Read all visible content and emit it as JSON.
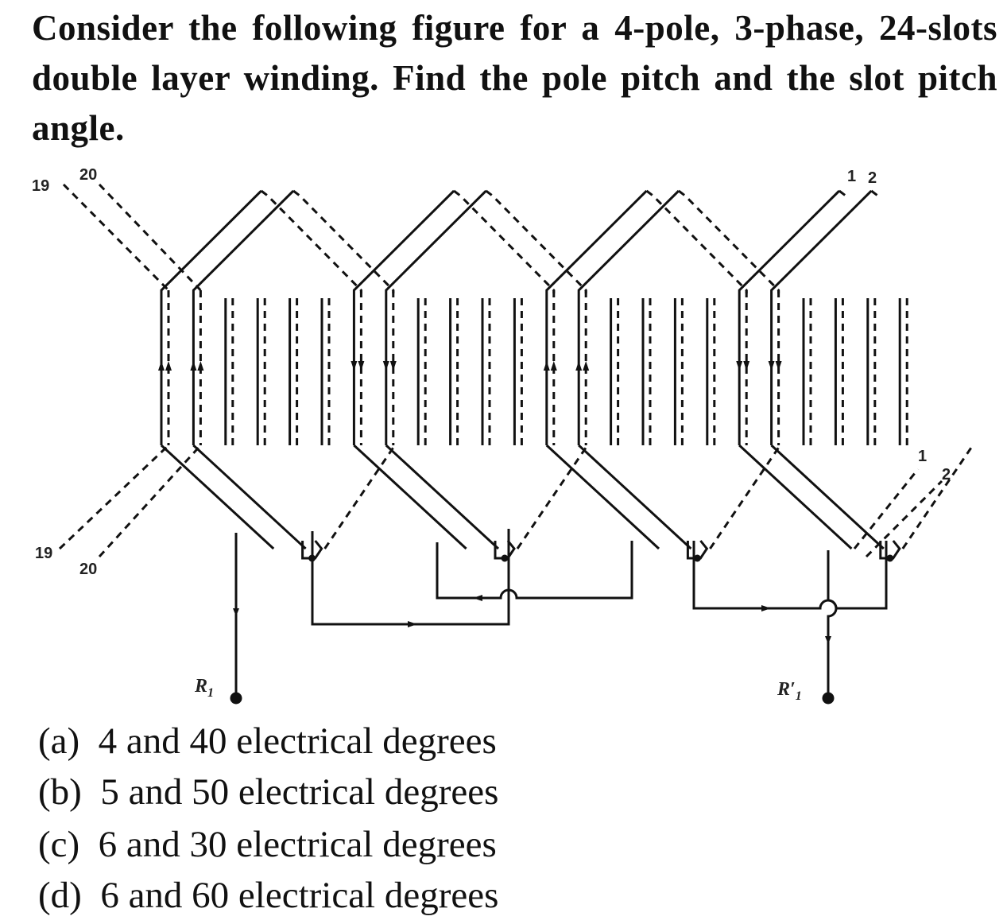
{
  "question": "Consider the following figure for a 4-pole, 3-phase, 24-slots double layer winding. Find the pole pitch and the slot pitch angle.",
  "figure": {
    "labels": {
      "top_left_a": "19",
      "top_left_b": "20",
      "top_right_a": "1",
      "top_right_b": "2",
      "bottom_left_a": "19",
      "bottom_left_b": "20",
      "bottom_right_a": "1",
      "bottom_right_b": "2"
    },
    "terminals": {
      "start": "R",
      "start_sub": "1",
      "end": "R′",
      "end_sub": "1"
    },
    "slots": 24,
    "coil_slots": [
      0,
      1,
      6,
      7,
      12,
      13,
      18,
      19
    ],
    "current_directions": [
      "up",
      "down",
      "up",
      "down"
    ]
  },
  "options": [
    {
      "key": "(a)",
      "text": "4 and 40 electrical degrees"
    },
    {
      "key": "(b)",
      "text": "5 and 50 electrical degrees"
    },
    {
      "key": "(c)",
      "text": "6 and 30 electrical degrees"
    },
    {
      "key": "(d)",
      "text": "6 and 60 electrical degrees"
    }
  ]
}
